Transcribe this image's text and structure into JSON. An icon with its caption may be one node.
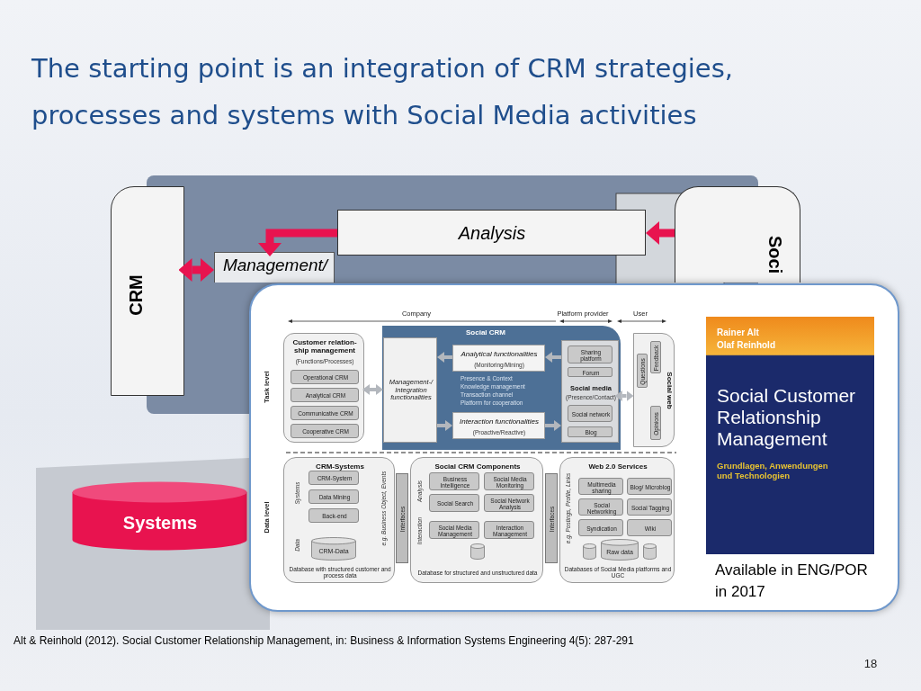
{
  "diagram": {
    "title": "The starting point is an integration of CRM strategies, processes and systems with Social Media activities",
    "caption": "Alt & Reinhold (2012). Social Customer Relationship Management, in: Business & Information Systems Engineering 4(5): 287-291",
    "nodes": [
      {
        "text": [
          "CRM"
        ]
      },
      {
        "text": [
          "Management/"
        ]
      },
      {
        "text": [
          "Analysis"
        ]
      },
      {
        "text": [
          "Soci"
        ]
      },
      {
        "text": [
          "Systems"
        ]
      },
      {
        "text": [
          "Social CRM"
        ]
      },
      {
        "text": [
          "Customer relation- ship management",
          "(Functions/Processes)"
        ]
      },
      {
        "text": [
          "Operational CRM"
        ],
        "in": 6
      },
      {
        "text": [
          "Analytical CRM"
        ],
        "in": 6
      },
      {
        "text": [
          "Communicative CRM"
        ],
        "in": 6
      },
      {
        "text": [
          "Cooperative CRM"
        ],
        "in": 6
      },
      {
        "text": [
          "Management-/ Integration functionalities"
        ],
        "in": 5
      },
      {
        "text": [
          "Analytical functionalities",
          "(Monitoring/Mining)"
        ],
        "in": 5
      },
      {
        "text": [
          "Interaction functionalities",
          "(Proactive/Reactive)"
        ],
        "in": 5
      },
      {
        "text": [
          "Social media",
          "(Presence/Contact)"
        ],
        "in": 5
      },
      {
        "text": [
          "Sharing platform"
        ],
        "in": 14
      },
      {
        "text": [
          "Forum"
        ],
        "in": 14
      },
      {
        "text": [
          "Social network"
        ],
        "in": 14
      },
      {
        "text": [
          "Blog"
        ],
        "in": 14
      },
      {
        "text": [
          "Social web"
        ]
      },
      {
        "text": [
          "Questions"
        ],
        "in": 19
      },
      {
        "text": [
          "Feedback"
        ],
        "in": 19
      },
      {
        "text": [
          "Opinions"
        ],
        "in": 19
      },
      {
        "text": [
          "CRM-Systems",
          "Database with structured customer and process data"
        ]
      },
      {
        "text": [
          "CRM-System"
        ],
        "in": 23
      },
      {
        "text": [
          "Data Mining"
        ],
        "in": 23
      },
      {
        "text": [
          "Back-end"
        ],
        "in": 23
      },
      {
        "text": [
          "CRM-Data"
        ],
        "in": 23
      },
      {
        "text": [
          "Interfaces"
        ]
      },
      {
        "text": [
          "Social CRM Components",
          "Database for structured and unstructured data"
        ]
      },
      {
        "text": [
          "Business Intelligence"
        ],
        "in": 29
      },
      {
        "text": [
          "Social Media Monitoring"
        ],
        "in": 29
      },
      {
        "text": [
          "Social Search"
        ],
        "in": 29
      },
      {
        "text": [
          "Social Network Analysis"
        ],
        "in": 29
      },
      {
        "text": [
          "Social Media Management"
        ],
        "in": 29
      },
      {
        "text": [
          "Interaction Management"
        ],
        "in": 29
      },
      {
        "text": [],
        "shape": "cylinder",
        "in": 29
      },
      {
        "text": [
          "Interfaces"
        ]
      },
      {
        "text": [
          "Web 2.0 Services",
          "Databases of Social Media platforms and UGC"
        ]
      },
      {
        "text": [
          "Multimedia sharing"
        ],
        "in": 38
      },
      {
        "text": [
          "Blog/ Microblog"
        ],
        "in": 38
      },
      {
        "text": [
          "Social Networking"
        ],
        "in": 38
      },
      {
        "text": [
          "Social Tagging"
        ],
        "in": 38
      },
      {
        "text": [
          "Syndication"
        ],
        "in": 38
      },
      {
        "text": [
          "Wiki"
        ],
        "in": 38
      },
      {
        "text": [],
        "shape": "cylinder",
        "in": 38
      },
      {
        "text": [
          "Raw data"
        ],
        "in": 38
      },
      {
        "text": [],
        "shape": "cylinder",
        "in": 38
      },
      {
        "text": [
          "Rainer Alt",
          "Olaf Reinhold",
          "Social Customer Relationship Management",
          "Grundlagen, Anwendungen und Technologien"
        ],
        "beside": [
          "Available in ENG/POR in 2017"
        ]
      }
    ],
    "edges": [
      {
        "from": 0,
        "to": 1,
        "arrow": "both",
        "style": "thick",
        "color": "#e8134f"
      },
      {
        "from": 2,
        "to": 1,
        "arrow": "to",
        "style": "thick",
        "color": "#e8134f"
      },
      {
        "from": 3,
        "to": 2,
        "arrow": "to",
        "style": "thick",
        "color": "#e8134f"
      },
      {
        "from": 6,
        "to": 11,
        "arrow": "both"
      },
      {
        "from": 12,
        "to": 11,
        "arrow": "to"
      },
      {
        "from": 11,
        "to": 13,
        "arrow": "to"
      },
      {
        "from": 14,
        "to": 12,
        "arrow": "to"
      },
      {
        "from": 13,
        "to": 14,
        "arrow": "to"
      },
      {
        "from": 14,
        "to": 19,
        "arrow": "both"
      }
    ],
    "labels": [
      "Company",
      "Platform provider",
      "User",
      "Task level",
      "Presence & Context",
      "Knowledge management",
      "Transaction channel",
      "Platform for cooperation",
      "Data level",
      "Systems",
      "Data",
      "e.g. Business Object, Events",
      "Analysis",
      "Interaction",
      "e.g. Postings, Profile, Links",
      "18"
    ]
  }
}
